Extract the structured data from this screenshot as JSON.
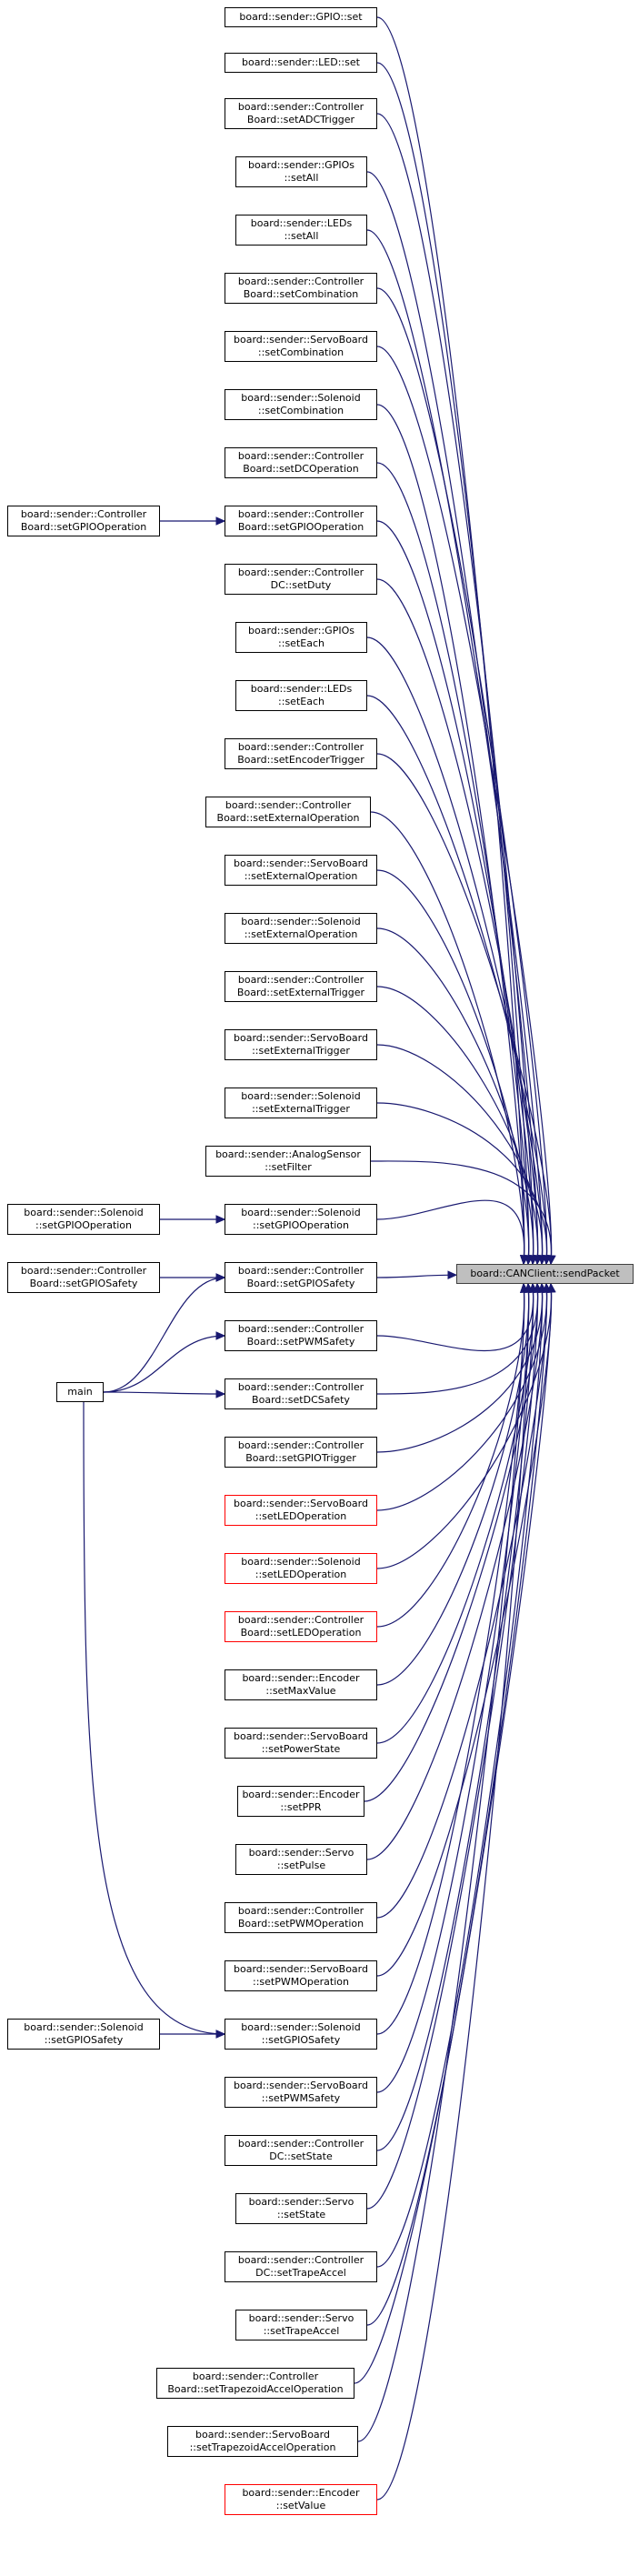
{
  "colors": {
    "edge": "#191970",
    "node_border": "#000000",
    "node_border_incomplete": "#ff0000",
    "target_fill": "#bfbfbf"
  },
  "target": {
    "lines": [
      "board::CANClient::sendPacket"
    ]
  },
  "callers": [
    {
      "lines": [
        "board::sender::GPIO::set"
      ]
    },
    {
      "lines": [
        "board::sender::LED::set"
      ]
    },
    {
      "lines": [
        "board::sender::Controller",
        "Board::setADCTrigger"
      ]
    },
    {
      "lines": [
        "board::sender::GPIOs",
        "::setAll"
      ]
    },
    {
      "lines": [
        "board::sender::LEDs",
        "::setAll"
      ]
    },
    {
      "lines": [
        "board::sender::Controller",
        "Board::setCombination"
      ]
    },
    {
      "lines": [
        "board::sender::ServoBoard",
        "::setCombination"
      ]
    },
    {
      "lines": [
        "board::sender::Solenoid",
        "::setCombination"
      ]
    },
    {
      "lines": [
        "board::sender::Controller",
        "Board::setDCOperation"
      ]
    },
    {
      "lines": [
        "board::sender::Controller",
        "Board::setGPIOOperation"
      ]
    },
    {
      "lines": [
        "board::sender::Controller",
        "DC::setDuty"
      ]
    },
    {
      "lines": [
        "board::sender::GPIOs",
        "::setEach"
      ]
    },
    {
      "lines": [
        "board::sender::LEDs",
        "::setEach"
      ]
    },
    {
      "lines": [
        "board::sender::Controller",
        "Board::setEncoderTrigger"
      ]
    },
    {
      "lines": [
        "board::sender::Controller",
        "Board::setExternalOperation"
      ]
    },
    {
      "lines": [
        "board::sender::ServoBoard",
        "::setExternalOperation"
      ]
    },
    {
      "lines": [
        "board::sender::Solenoid",
        "::setExternalOperation"
      ]
    },
    {
      "lines": [
        "board::sender::Controller",
        "Board::setExternalTrigger"
      ]
    },
    {
      "lines": [
        "board::sender::ServoBoard",
        "::setExternalTrigger"
      ]
    },
    {
      "lines": [
        "board::sender::Solenoid",
        "::setExternalTrigger"
      ]
    },
    {
      "lines": [
        "board::sender::AnalogSensor",
        "::setFilter"
      ]
    },
    {
      "lines": [
        "board::sender::Solenoid",
        "::setGPIOOperation"
      ]
    },
    {
      "lines": [
        "board::sender::Controller",
        "Board::setGPIOSafety"
      ]
    },
    {
      "lines": [
        "board::sender::Controller",
        "Board::setPWMSafety"
      ]
    },
    {
      "lines": [
        "board::sender::Controller",
        "Board::setDCSafety"
      ]
    },
    {
      "lines": [
        "board::sender::Controller",
        "Board::setGPIOTrigger"
      ]
    },
    {
      "lines": [
        "board::sender::ServoBoard",
        "::setLEDOperation"
      ],
      "incomplete": true
    },
    {
      "lines": [
        "board::sender::Solenoid",
        "::setLEDOperation"
      ],
      "incomplete": true
    },
    {
      "lines": [
        "board::sender::Controller",
        "Board::setLEDOperation"
      ],
      "incomplete": true
    },
    {
      "lines": [
        "board::sender::Encoder",
        "::setMaxValue"
      ]
    },
    {
      "lines": [
        "board::sender::ServoBoard",
        "::setPowerState"
      ]
    },
    {
      "lines": [
        "board::sender::Encoder",
        "::setPPR"
      ]
    },
    {
      "lines": [
        "board::sender::Servo",
        "::setPulse"
      ]
    },
    {
      "lines": [
        "board::sender::Controller",
        "Board::setPWMOperation"
      ]
    },
    {
      "lines": [
        "board::sender::ServoBoard",
        "::setPWMOperation"
      ]
    },
    {
      "lines": [
        "board::sender::Solenoid",
        "::setGPIOSafety"
      ]
    },
    {
      "lines": [
        "board::sender::ServoBoard",
        "::setPWMSafety"
      ]
    },
    {
      "lines": [
        "board::sender::Controller",
        "DC::setState"
      ]
    },
    {
      "lines": [
        "board::sender::Servo",
        "::setState"
      ]
    },
    {
      "lines": [
        "board::sender::Controller",
        "DC::setTrapeAccel"
      ]
    },
    {
      "lines": [
        "board::sender::Servo",
        "::setTrapeAccel"
      ]
    },
    {
      "lines": [
        "board::sender::Controller",
        "Board::setTrapezoidAccelOperation"
      ]
    },
    {
      "lines": [
        "board::sender::ServoBoard",
        "::setTrapezoidAccelOperation"
      ]
    },
    {
      "lines": [
        "board::sender::Encoder",
        "::setValue"
      ],
      "incomplete": true
    }
  ],
  "outer": [
    {
      "id": "o_cb_gpioop",
      "lines": [
        "board::sender::Controller",
        "Board::setGPIOOperation"
      ],
      "to": [
        9
      ]
    },
    {
      "id": "o_sol_gpioop",
      "lines": [
        "board::sender::Solenoid",
        "::setGPIOOperation"
      ],
      "to": [
        21
      ]
    },
    {
      "id": "o_cb_gpiosafety",
      "lines": [
        "board::sender::Controller",
        "Board::setGPIOSafety"
      ],
      "to": [
        22
      ]
    },
    {
      "id": "o_main",
      "lines": [
        "main"
      ],
      "to": [
        22,
        23,
        24,
        35
      ]
    },
    {
      "id": "o_sol_gpiosafety",
      "lines": [
        "board::sender::Solenoid",
        "::setGPIOSafety"
      ],
      "to": [
        35
      ]
    }
  ]
}
